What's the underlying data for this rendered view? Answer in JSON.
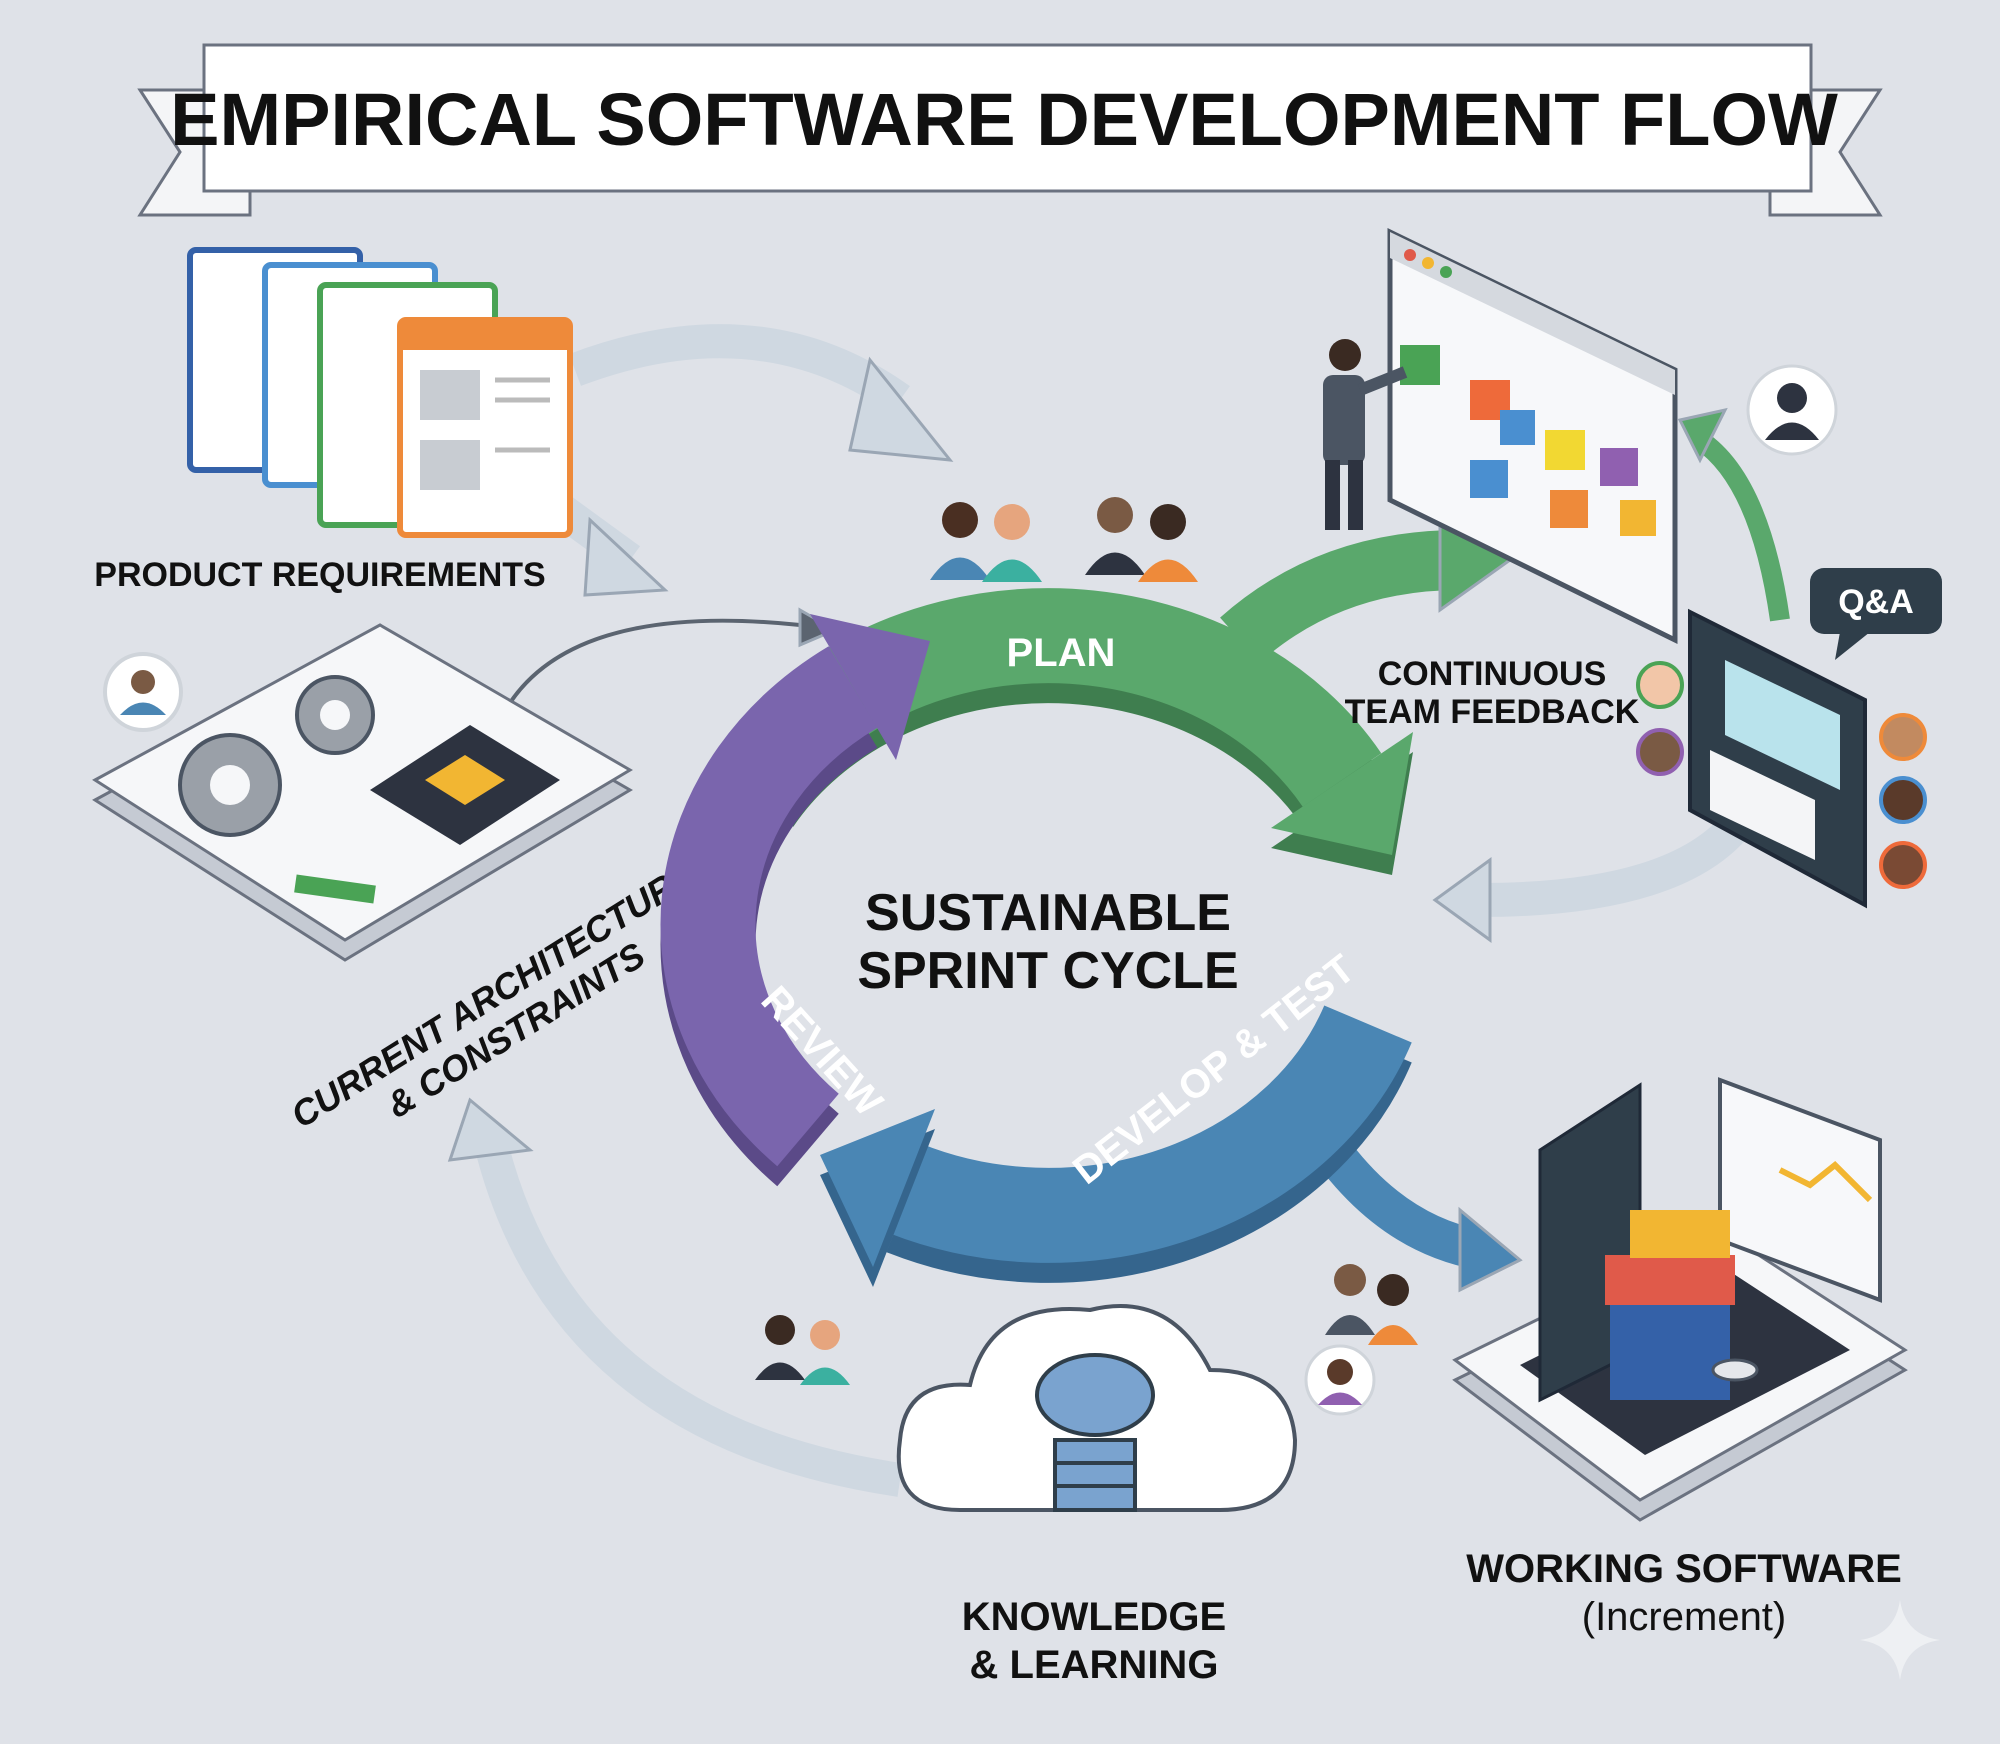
{
  "title": "EMPIRICAL SOFTWARE DEVELOPMENT FLOW",
  "nodes": {
    "requirements": "PRODUCT REQUIREMENTS",
    "architecture_line1": "CURRENT ARCHITECTURE",
    "architecture_line2": "& CONSTRAINTS",
    "feedback_line1": "CONTINUOUS",
    "feedback_line2": "TEAM FEEDBACK",
    "qa_bubble": "Q&A",
    "knowledge_line1": "KNOWLEDGE",
    "knowledge_line2": "& LEARNING",
    "software_line1": "WORKING SOFTWARE",
    "software_line2": "(Increment)"
  },
  "cycle": {
    "center_line1": "SUSTAINABLE",
    "center_line2": "SPRINT CYCLE",
    "stages": [
      {
        "label": "PLAN",
        "color": "#5aa86c"
      },
      {
        "label": "DEVELOP & TEST",
        "color": "#4a86b4"
      },
      {
        "label": "REVIEW",
        "color": "#7a65ad"
      }
    ]
  },
  "colors": {
    "background": "#dfe2e8",
    "flow_arrow": "#c9d3dd",
    "ink": "#111111"
  }
}
